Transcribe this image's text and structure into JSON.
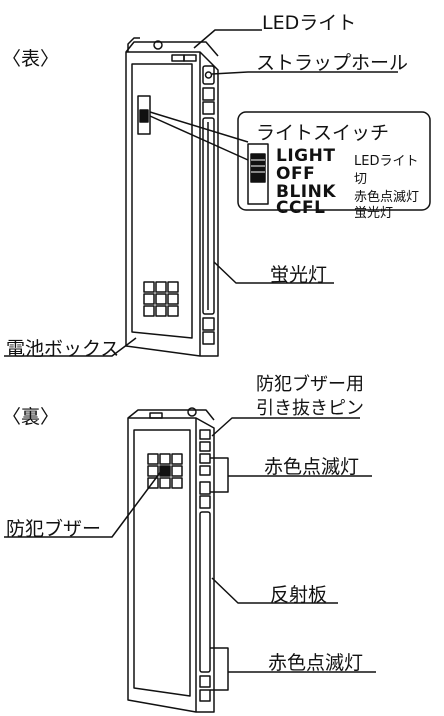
{
  "front": {
    "heading": "〈表〉",
    "led_light": "LEDライト",
    "strap_hole": "ストラップホール",
    "light_switch": {
      "title": "ライトスイッチ",
      "positions": [
        {
          "key": "LIGHT",
          "desc": "LEDライト"
        },
        {
          "key": "OFF",
          "desc": "切"
        },
        {
          "key": "BLINK",
          "desc": "赤色点滅灯"
        },
        {
          "key": "CCFL",
          "desc": "蛍光灯"
        }
      ]
    },
    "fluorescent": "蛍光灯",
    "battery_box": "電池ボックス"
  },
  "back": {
    "heading": "〈裏〉",
    "buzzer_pin_line1": "防犯ブザー用",
    "buzzer_pin_line2": "引き抜きピン",
    "red_blink_top": "赤色点滅灯",
    "buzzer": "防犯ブザー",
    "reflector": "反射板",
    "red_blink_bottom": "赤色点滅灯"
  }
}
